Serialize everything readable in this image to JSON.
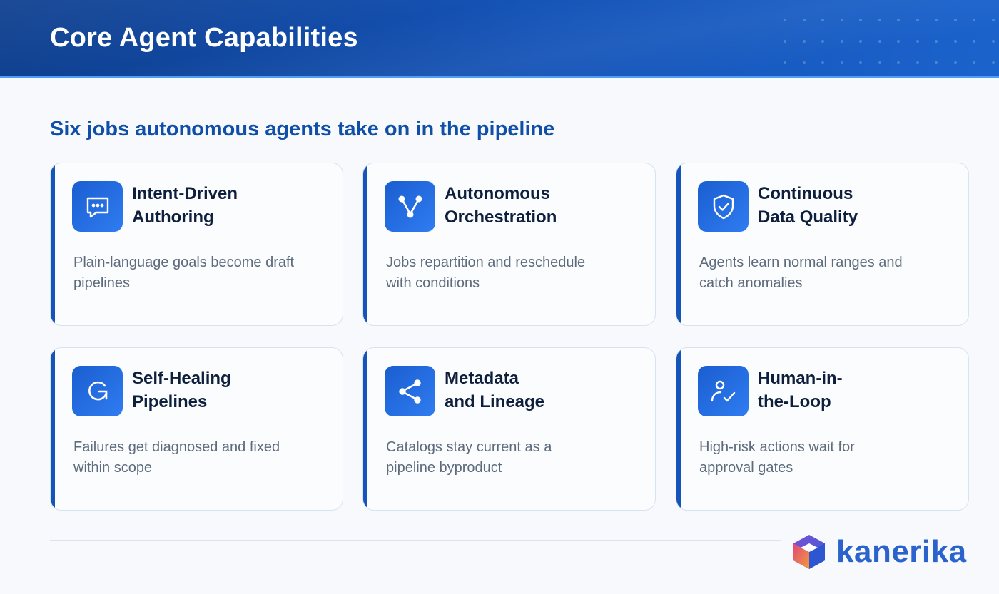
{
  "header": {
    "title": "Core Agent Capabilities"
  },
  "subtitle": "Six jobs autonomous agents take on in the pipeline",
  "cards": [
    {
      "title_line1": "Intent-Driven",
      "title_line2": "Authoring",
      "desc_line1": "Plain-language goals become draft",
      "desc_line2": "pipelines",
      "icon": "chat-icon"
    },
    {
      "title_line1": "Autonomous",
      "title_line2": "Orchestration",
      "desc_line1": "Jobs repartition and reschedule",
      "desc_line2": "with conditions",
      "icon": "flow-branch-icon"
    },
    {
      "title_line1": "Continuous",
      "title_line2": "Data Quality",
      "desc_line1": "Agents learn normal ranges and",
      "desc_line2": "catch anomalies",
      "icon": "shield-check-icon"
    },
    {
      "title_line1": "Self-Healing",
      "title_line2": "Pipelines",
      "desc_line1": "Failures get diagnosed and fixed",
      "desc_line2": "within scope",
      "icon": "refresh-icon"
    },
    {
      "title_line1": "Metadata",
      "title_line2": "and Lineage",
      "desc_line1": "Catalogs stay current as a",
      "desc_line2": "pipeline byproduct",
      "icon": "share-nodes-icon"
    },
    {
      "title_line1": "Human-in-",
      "title_line2": "the-Loop",
      "desc_line1": "High-risk actions wait for",
      "desc_line2": "approval gates",
      "icon": "user-check-icon"
    }
  ],
  "logo": {
    "text": "kanerika"
  },
  "colors": {
    "header_blue": "#1554b8",
    "accent_blue": "#0f4fa8",
    "title_dark": "#0d1f3c",
    "body_gray": "#5d6b7c"
  }
}
